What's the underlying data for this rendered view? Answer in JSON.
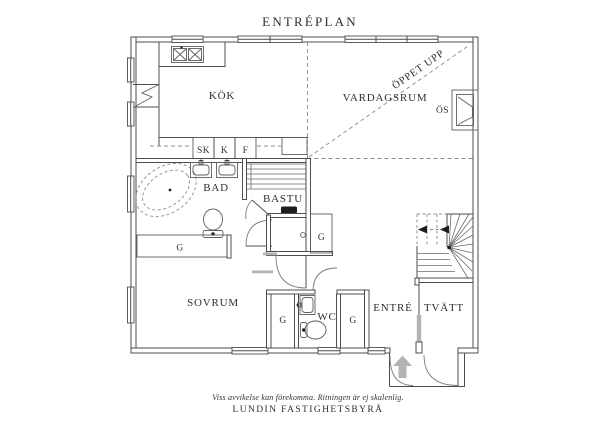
{
  "page": {
    "title": "ENTRÉPLAN"
  },
  "rooms": {
    "kitchen": "KÖK",
    "living": "VARDAGSRUM",
    "bath": "BAD",
    "sauna": "BASTU",
    "bedroom": "SOVRUM",
    "wc": "WC",
    "entry": "ENTRÉ",
    "laundry": "TVÄTT"
  },
  "labels": {
    "closet_sk": "SK",
    "fridge": "K",
    "freezer": "F",
    "garderob": "G",
    "fireplace": "ÖS",
    "open_above": "ÖPPET UPP"
  },
  "footer": {
    "disclaimer": "Viss avvikelse kan förekomma. Ritningen är ej skalenlig.",
    "agency": "LUNDIN FASTIGHETSBYRÅ"
  },
  "colors": {
    "line": "#4d4d4d",
    "accent_gray": "#b3b3b3",
    "background": "#ffffff"
  }
}
